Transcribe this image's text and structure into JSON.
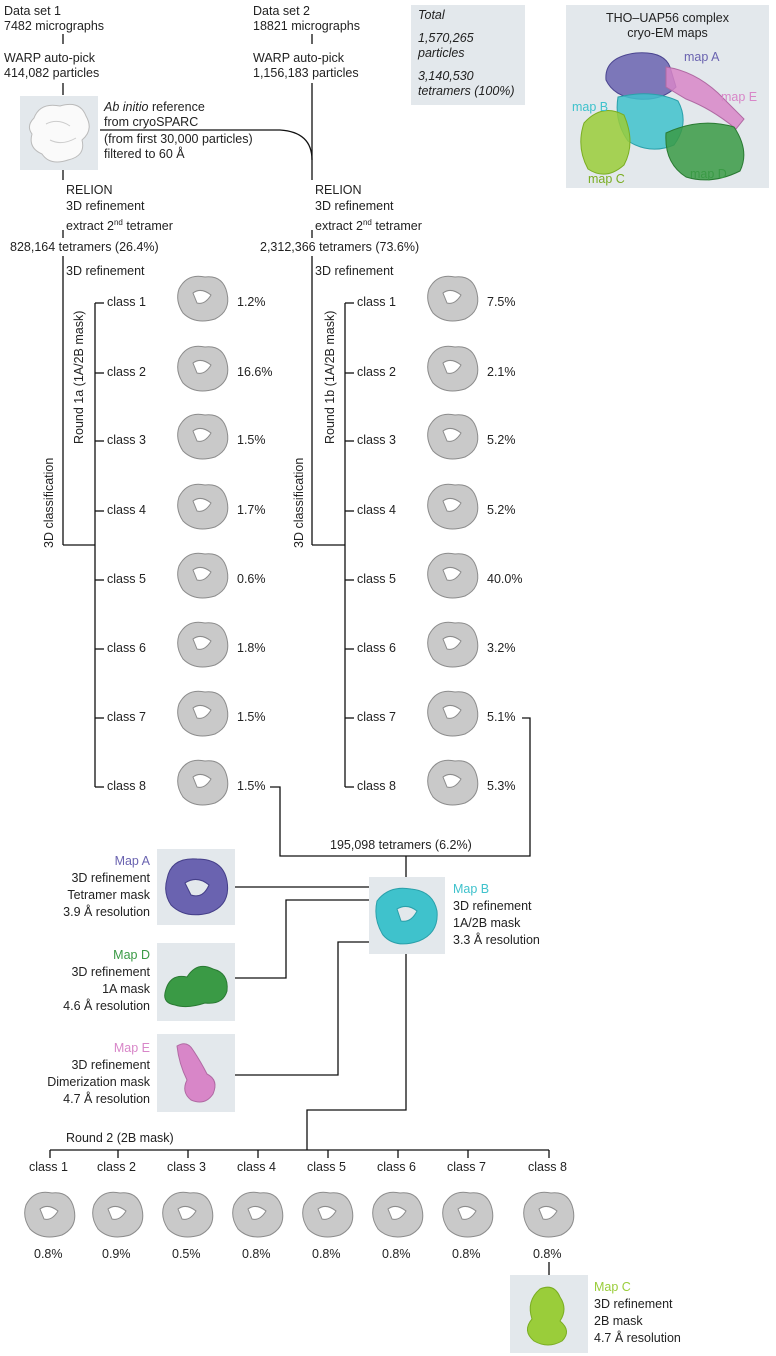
{
  "colors": {
    "mapA": "#6a63b0",
    "mapB": "#3fc2cc",
    "mapC": "#9acd3a",
    "mapD": "#3a9a45",
    "mapE": "#d886c8",
    "panel": "#e3e8ec",
    "line": "#111111"
  },
  "dataset1": {
    "title": "Data set 1",
    "micrographs": "7482 micrographs",
    "pick": "WARP auto-pick",
    "particles": "414,082 particles"
  },
  "dataset2": {
    "title": "Data set 2",
    "micrographs": "18821 micrographs",
    "pick": "WARP auto-pick",
    "particles": "1,156,183 particles"
  },
  "total": {
    "l1": "Total",
    "l2": "1,570,265",
    "l3": "particles",
    "l4": "3,140,530",
    "l5": "tetramers (100%)"
  },
  "overview": {
    "title1": "THO–UAP56 complex",
    "title2": "cryo-EM maps",
    "mapA": "map A",
    "mapB": "map B",
    "mapC": "map C",
    "mapD": "map D",
    "mapE": "map E"
  },
  "abinitio": {
    "italic": "Ab initio",
    "l1rest": " reference",
    "l2": "from cryoSPARC",
    "l3": "(from first 30,000 particles)",
    "l4": "filtered to 60 Å"
  },
  "relion1": {
    "l1": "RELION",
    "l2": "3D refinement",
    "l3pre": "extract 2",
    "sup": "nd",
    "l3post": " tetramer"
  },
  "relion2": {
    "l1": "RELION",
    "l2": "3D refinement",
    "l3pre": "extract 2",
    "sup": "nd",
    "l3post": " tetramer"
  },
  "tetramers1": "828,164 tetramers (26.4%)",
  "tetramers2": "2,312,366 tetramers (73.6%)",
  "refine1": "3D refinement",
  "refine2": "3D refinement",
  "round1a": "Round 1a (1A/2B mask)",
  "round1b": "Round 1b (1A/2B mask)",
  "classif1": "3D classification",
  "classif2": "3D classification",
  "classes1": [
    {
      "label": "class 1",
      "pct": "1.2%"
    },
    {
      "label": "class 2",
      "pct": "16.6%"
    },
    {
      "label": "class 3",
      "pct": "1.5%"
    },
    {
      "label": "class 4",
      "pct": "1.7%"
    },
    {
      "label": "class 5",
      "pct": "0.6%"
    },
    {
      "label": "class 6",
      "pct": "1.8%"
    },
    {
      "label": "class 7",
      "pct": "1.5%"
    },
    {
      "label": "class 8",
      "pct": "1.5%"
    }
  ],
  "classes2": [
    {
      "label": "class 1",
      "pct": "7.5%"
    },
    {
      "label": "class 2",
      "pct": "2.1%"
    },
    {
      "label": "class 3",
      "pct": "5.2%"
    },
    {
      "label": "class 4",
      "pct": "5.2%"
    },
    {
      "label": "class 5",
      "pct": "40.0%"
    },
    {
      "label": "class 6",
      "pct": "3.2%"
    },
    {
      "label": "class 7",
      "pct": "5.1%"
    },
    {
      "label": "class 8",
      "pct": "5.3%"
    }
  ],
  "merged": "195,098 tetramers (6.2%)",
  "mapA": {
    "name": "Map A",
    "l1": "3D refinement",
    "l2": "Tetramer mask",
    "l3": "3.9 Å resolution"
  },
  "mapB": {
    "name": "Map B",
    "l1": "3D refinement",
    "l2": "1A/2B mask",
    "l3": "3.3 Å resolution"
  },
  "mapD": {
    "name": "Map D",
    "l1": "3D refinement",
    "l2": "1A mask",
    "l3": "4.6 Å resolution"
  },
  "mapE": {
    "name": "Map E",
    "l1": "3D refinement",
    "l2": "Dimerization mask",
    "l3": "4.7 Å resolution"
  },
  "mapC": {
    "name": "Map C",
    "l1": "3D refinement",
    "l2": "2B mask",
    "l3": "4.7 Å resolution"
  },
  "round2": "Round 2 (2B mask)",
  "classes3": [
    {
      "label": "class 1",
      "pct": "0.8%"
    },
    {
      "label": "class 2",
      "pct": "0.9%"
    },
    {
      "label": "class 3",
      "pct": "0.5%"
    },
    {
      "label": "class 4",
      "pct": "0.8%"
    },
    {
      "label": "class 5",
      "pct": "0.8%"
    },
    {
      "label": "class 6",
      "pct": "0.8%"
    },
    {
      "label": "class 7",
      "pct": "0.8%"
    },
    {
      "label": "class 8",
      "pct": "0.8%"
    }
  ]
}
